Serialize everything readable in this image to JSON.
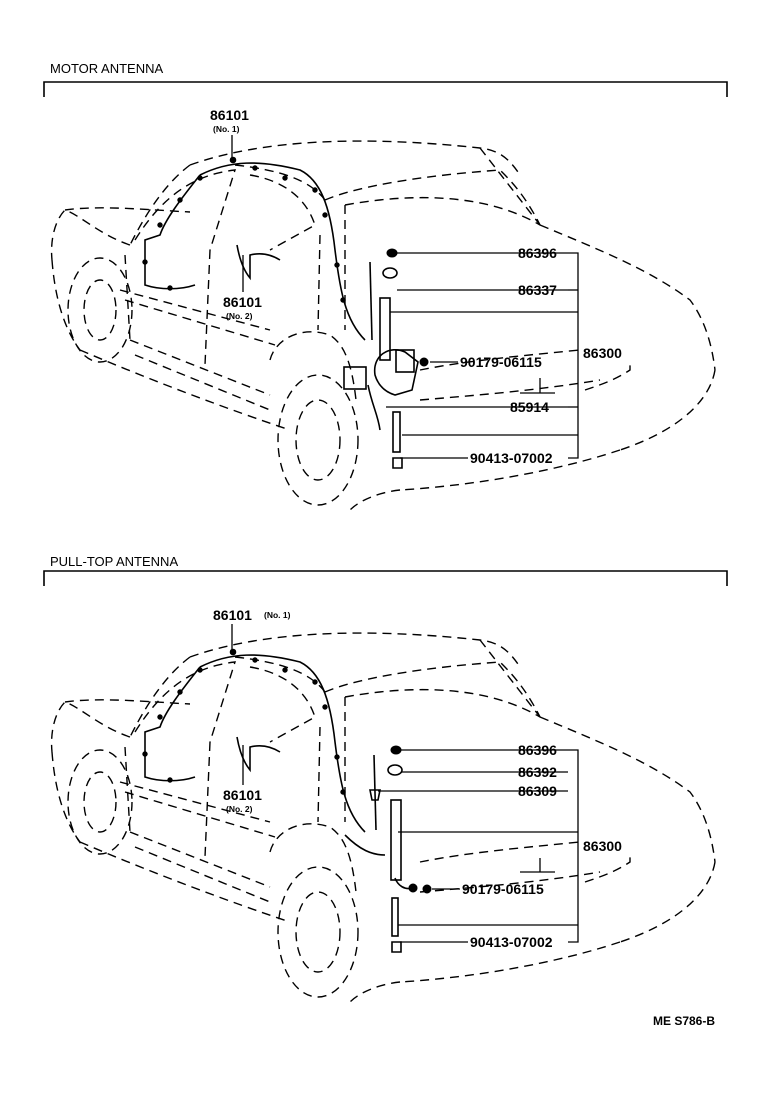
{
  "reference_code": "ME S786-B",
  "sections": [
    {
      "title": "MOTOR ANTENNA",
      "labels": [
        {
          "part": "86101",
          "note": "(No. 1)"
        },
        {
          "part": "86101",
          "note": "(No. 2)"
        },
        {
          "part": "86396",
          "note": ""
        },
        {
          "part": "86337",
          "note": ""
        },
        {
          "part": "90179-06115",
          "note": ""
        },
        {
          "part": "86300",
          "note": ""
        },
        {
          "part": "85914",
          "note": ""
        },
        {
          "part": "90413-07002",
          "note": ""
        }
      ]
    },
    {
      "title": "PULL-TOP ANTENNA",
      "labels": [
        {
          "part": "86101",
          "note": "(No. 1)"
        },
        {
          "part": "86101",
          "note": "(No. 2)"
        },
        {
          "part": "86396",
          "note": ""
        },
        {
          "part": "86392",
          "note": ""
        },
        {
          "part": "86309",
          "note": ""
        },
        {
          "part": "86300",
          "note": ""
        },
        {
          "part": "90179-06115",
          "note": ""
        },
        {
          "part": "90413-07002",
          "note": ""
        }
      ]
    }
  ]
}
